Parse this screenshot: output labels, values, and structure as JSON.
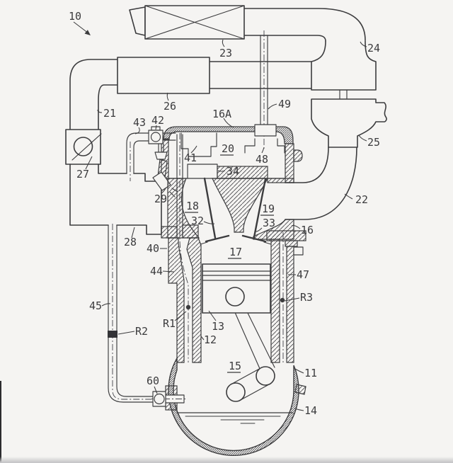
{
  "figure": {
    "kind": "patent-style engine cross-section schematic",
    "underlined_refs": [
      "15",
      "17",
      "18",
      "19",
      "20"
    ]
  },
  "colors": {
    "ink": "#3c3c3e",
    "paper": "#f5f4f2",
    "hatch": "#4a4a4e",
    "edge_shadow": "#c6c6c8"
  },
  "labels": {
    "10": {
      "text": "10"
    },
    "23": {
      "text": "23"
    },
    "24": {
      "text": "24"
    },
    "25": {
      "text": "25"
    },
    "26": {
      "text": "26"
    },
    "21": {
      "text": "21"
    },
    "16A": {
      "text": "16A"
    },
    "49": {
      "text": "49"
    },
    "43": {
      "text": "43"
    },
    "42": {
      "text": "42"
    },
    "27": {
      "text": "27"
    },
    "41": {
      "text": "41"
    },
    "20": {
      "text": "20"
    },
    "48": {
      "text": "48"
    },
    "34": {
      "text": "34"
    },
    "29": {
      "text": "29"
    },
    "18": {
      "text": "18"
    },
    "19": {
      "text": "19"
    },
    "22": {
      "text": "22"
    },
    "32": {
      "text": "32"
    },
    "33": {
      "text": "33"
    },
    "16": {
      "text": "16"
    },
    "28": {
      "text": "28"
    },
    "40": {
      "text": "40"
    },
    "17": {
      "text": "17"
    },
    "44": {
      "text": "44"
    },
    "47": {
      "text": "47"
    },
    "R1": {
      "text": "R1"
    },
    "R2": {
      "text": "R2"
    },
    "R3": {
      "text": "R3"
    },
    "45": {
      "text": "45"
    },
    "13": {
      "text": "13"
    },
    "12": {
      "text": "12"
    },
    "15": {
      "text": "15"
    },
    "60": {
      "text": "60"
    },
    "11": {
      "text": "11"
    },
    "14": {
      "text": "14"
    }
  }
}
